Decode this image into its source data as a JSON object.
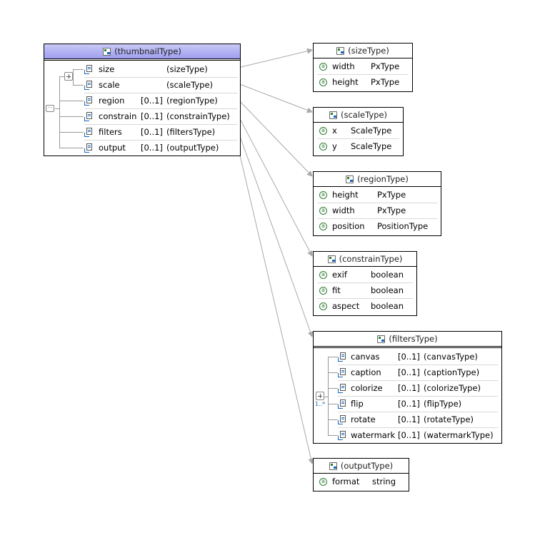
{
  "colors": {
    "title_selected": "#9e9ef0",
    "connector": "#a9a9a9",
    "attribute_icon": "#2e7d32"
  },
  "thumbnail": {
    "title": "(thumbnailType)",
    "rows": [
      {
        "name": "size",
        "mult": "",
        "type": "(sizeType)"
      },
      {
        "name": "scale",
        "mult": "",
        "type": "(scaleType)"
      },
      {
        "name": "region",
        "mult": "[0..1]",
        "type": "(regionType)"
      },
      {
        "name": "constrain",
        "mult": "[0..1]",
        "type": "(constrainType)"
      },
      {
        "name": "filters",
        "mult": "[0..1]",
        "type": "(filtersType)"
      },
      {
        "name": "output",
        "mult": "[0..1]",
        "type": "(outputType)"
      }
    ]
  },
  "sizeType": {
    "title": "(sizeType)",
    "attrs": [
      {
        "name": "width",
        "type": "PxType"
      },
      {
        "name": "height",
        "type": "PxType"
      }
    ]
  },
  "scaleType": {
    "title": "(scaleType)",
    "attrs": [
      {
        "name": "x",
        "type": "ScaleType"
      },
      {
        "name": "y",
        "type": "ScaleType"
      }
    ]
  },
  "regionType": {
    "title": "(regionType)",
    "attrs": [
      {
        "name": "height",
        "type": "PxType"
      },
      {
        "name": "width",
        "type": "PxType"
      },
      {
        "name": "position",
        "type": "PositionType"
      }
    ]
  },
  "constrainType": {
    "title": "(constrainType)",
    "attrs": [
      {
        "name": "exif",
        "type": "boolean"
      },
      {
        "name": "fit",
        "type": "boolean"
      },
      {
        "name": "aspect",
        "type": "boolean"
      }
    ]
  },
  "filtersType": {
    "title": "(filtersType)",
    "multiplicity": "1..*",
    "rows": [
      {
        "name": "canvas",
        "mult": "[0..1]",
        "type": "(canvasType)"
      },
      {
        "name": "caption",
        "mult": "[0..1]",
        "type": "(captionType)"
      },
      {
        "name": "colorize",
        "mult": "[0..1]",
        "type": "(colorizeType)"
      },
      {
        "name": "flip",
        "mult": "[0..1]",
        "type": "(flipType)"
      },
      {
        "name": "rotate",
        "mult": "[0..1]",
        "type": "(rotateType)"
      },
      {
        "name": "watermark",
        "mult": "[0..1]",
        "type": "(watermarkType)"
      }
    ]
  },
  "outputType": {
    "title": "(outputType)",
    "attrs": [
      {
        "name": "format",
        "type": "string"
      }
    ]
  },
  "attr_glyph": "a"
}
